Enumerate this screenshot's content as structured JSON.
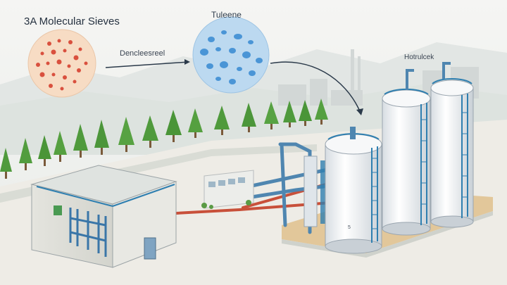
{
  "labels": {
    "title": "3A Molecular Sieves",
    "toluene": "Tulеene",
    "dehydrated": "Dencleesreel",
    "hydrocarbon": "Hotrulcek",
    "tank_mark": "5"
  },
  "icons": [
    "red-particle-circle",
    "blue-particle-circle",
    "arrow-right",
    "arrow-down",
    "pine-tree",
    "storage-tank",
    "processing-building",
    "pipe"
  ],
  "colors": {
    "sieve_fill": "#f7dcc4",
    "sieve_particle": "#d9503e",
    "toluene_fill": "#bcd9f0",
    "toluene_particle": "#4a95d6",
    "tank_body": "#f4f6f8",
    "ladder": "#2f7fb0",
    "red_pipe": "#c8503a",
    "blue_pipe": "#4f86b0",
    "tree": "#4f9a3c",
    "gravel": "#e2c79a"
  }
}
